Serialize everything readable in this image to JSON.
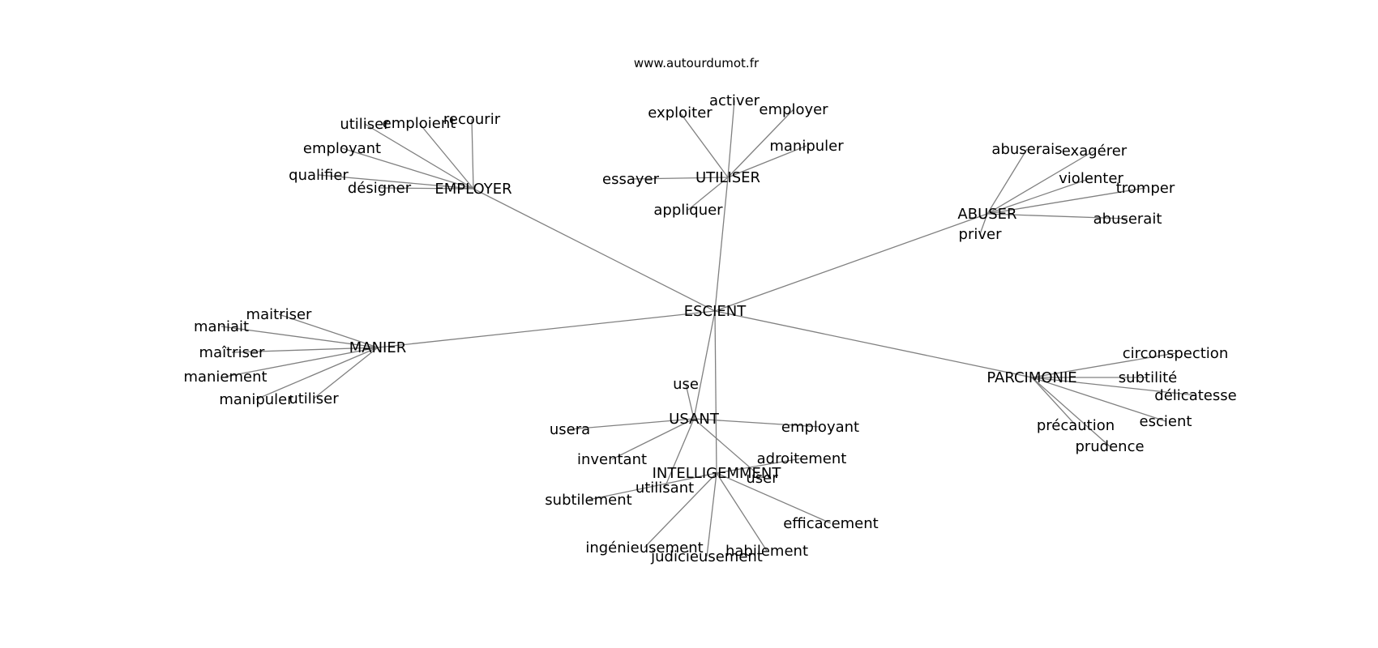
{
  "credit": "www.autourdumot.fr",
  "colors": {
    "edge": "#808080",
    "text": "#000000",
    "background": "#ffffff"
  },
  "center": "ESCIENT",
  "hubs": [
    {
      "id": "employer",
      "label": "EMPLOYER",
      "leaves": [
        "utiliser",
        "emploient",
        "recourir",
        "employant",
        "qualifier",
        "désigner"
      ]
    },
    {
      "id": "utiliser",
      "label": "UTILISER",
      "leaves": [
        "exploiter",
        "activer",
        "employer",
        "manipuler",
        "essayer",
        "appliquer"
      ]
    },
    {
      "id": "abuser",
      "label": "ABUSER",
      "leaves": [
        "abuserais",
        "exagérer",
        "violenter",
        "tromper",
        "abuserait",
        "priver"
      ]
    },
    {
      "id": "manier",
      "label": "MANIER",
      "leaves": [
        "maitriser",
        "maniait",
        "maîtriser",
        "maniement",
        "manipuler",
        "utiliser"
      ]
    },
    {
      "id": "parcimonie",
      "label": "PARCIMONIE",
      "leaves": [
        "circonspection",
        "subtilité",
        "délicatesse",
        "escient",
        "précaution",
        "prudence"
      ]
    },
    {
      "id": "usant",
      "label": "USANT",
      "leaves": [
        "use",
        "usera",
        "employant",
        "inventant",
        "user",
        "utilisant"
      ]
    },
    {
      "id": "intelligemment",
      "label": "INTELLIGEMMENT",
      "leaves": [
        "adroitement",
        "subtilement",
        "efficacement",
        "ingénieusement",
        "judicieusement",
        "habilement"
      ]
    }
  ]
}
